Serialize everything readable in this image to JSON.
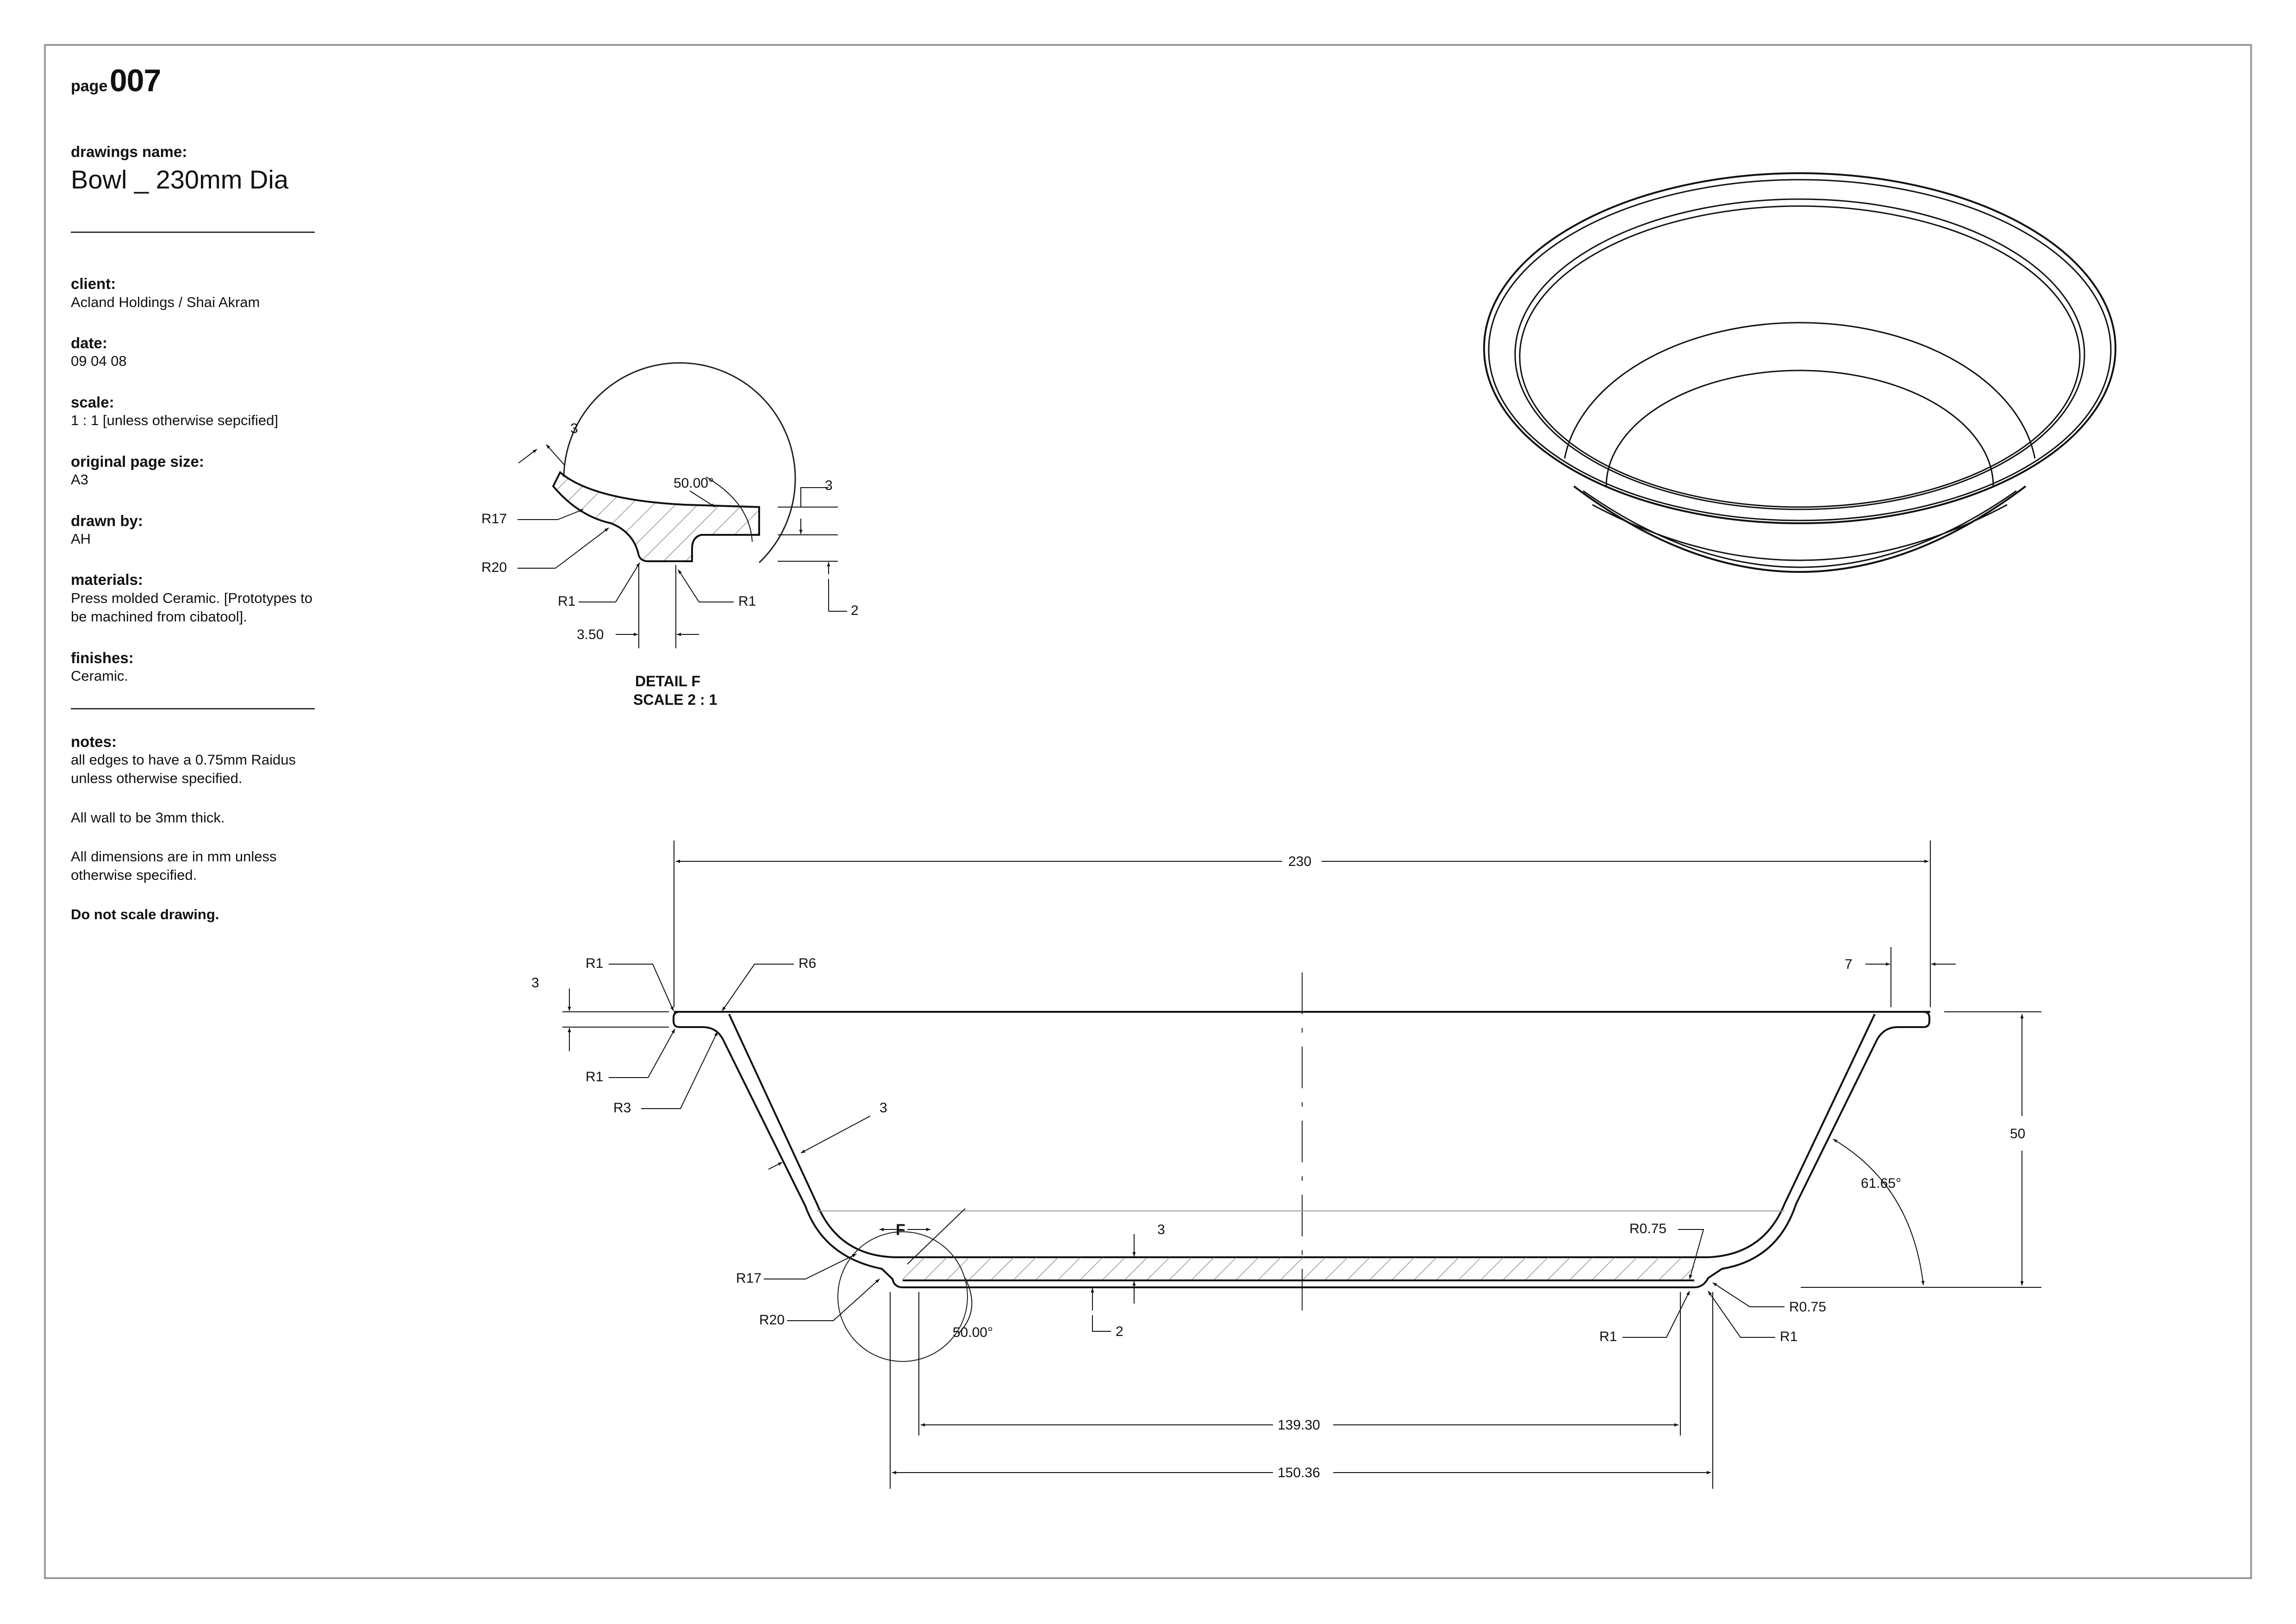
{
  "sheet": {
    "page_label": "page",
    "page_number": "007",
    "drawings_name_label": "drawings name:",
    "drawings_name": "Bowl _ 230mm Dia"
  },
  "fields": {
    "client_label": "client:",
    "client": "Acland Holdings / Shai Akram",
    "date_label": "date:",
    "date": "09 04 08",
    "scale_label": "scale:",
    "scale": "1 : 1 [unless otherwise sepcified]",
    "page_size_label": "original page size:",
    "page_size": "A3",
    "drawn_by_label": "drawn by:",
    "drawn_by": "AH",
    "materials_label": "materials:",
    "materials_line1": "Press molded Ceramic. [Prototypes to",
    "materials_line2": "be machined from cibatool].",
    "finishes_label": "finishes:",
    "finishes": "Ceramic."
  },
  "notes": {
    "label": "notes:",
    "note1_line1": "all edges to have a 0.75mm Raidus",
    "note1_line2": "unless otherwise specified.",
    "note2": "All wall to be 3mm thick.",
    "note3_line1": "All dimensions are in mm unless",
    "note3_line2": "otherwise specified.",
    "note4": "Do not scale drawing."
  },
  "detail": {
    "title": "DETAIL F",
    "scale": "SCALE 2 : 1",
    "dim_top_thickness": "3",
    "angle": "50.00°",
    "dim_right_thickness": "3",
    "dim_base": "2",
    "r17": "R17",
    "r20": "R20",
    "r1_left": "R1",
    "r1_right": "R1",
    "dim_offset": "3.50"
  },
  "section": {
    "overall_width": "230",
    "rim_width": "7",
    "height": "50",
    "wall_angle": "61.65°",
    "rim_thickness": "3",
    "wall_thickness": "3",
    "base_thickness": "3",
    "base_dim": "2",
    "r1_top": "R1",
    "r6": "R6",
    "r1_bottom": "R1",
    "r3": "R3",
    "r17": "R17",
    "r20": "R20",
    "detail_callout": "F",
    "detail_angle": "50.00°",
    "r075_top": "R0.75",
    "r075_bottom": "R0.75",
    "r1_foot_left": "R1",
    "r1_foot_right": "R1",
    "inner_base_width": "139.30",
    "outer_base_width": "150.36"
  }
}
